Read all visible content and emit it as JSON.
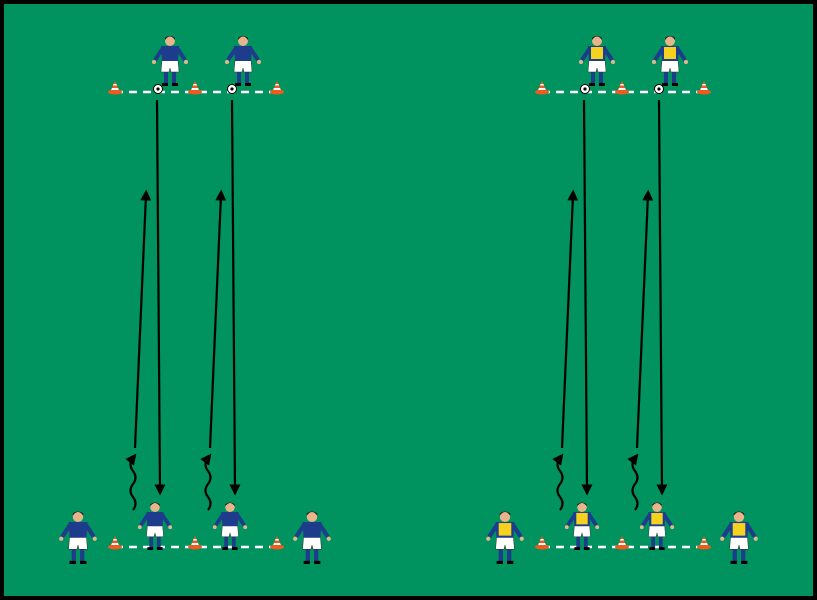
{
  "diagram": {
    "type": "soccer-drill",
    "colors": {
      "pitch": "#00925F",
      "border": "#000000",
      "line": "#FFFFFF",
      "arrow": "#000000",
      "cone": "#F05A1E",
      "shirt_blue": "#1E3C8C",
      "bib_yellow": "#F5D21E",
      "shorts": "#FFFFFF",
      "socks": "#1E3C8C",
      "skin": "#E8B48C",
      "hair": "#1A1A1A"
    },
    "groups": [
      {
        "name": "blue-team",
        "bib": false,
        "top_players": 2,
        "bottom_players": 4,
        "balls": 2,
        "cones_per_line": 3
      },
      {
        "name": "yellow-bib-team",
        "bib": true,
        "top_players": 2,
        "bottom_players": 4,
        "balls": 2,
        "cones_per_line": 3
      }
    ]
  }
}
